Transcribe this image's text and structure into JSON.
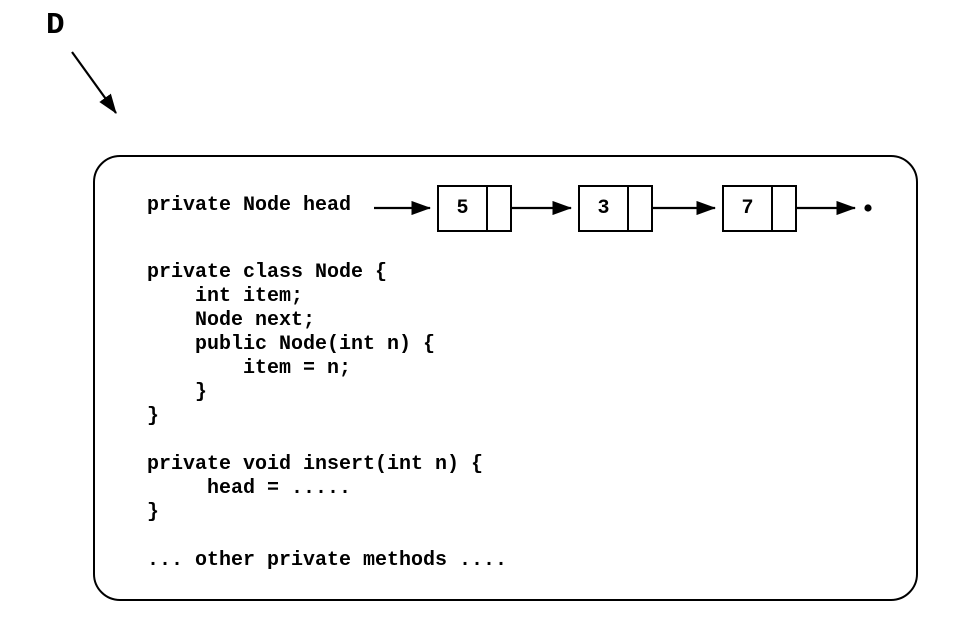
{
  "page": {
    "background_color": "#ffffff",
    "ink_color": "#000000"
  },
  "annotation": {
    "label": "D"
  },
  "panel": {
    "head_declaration": "private Node head",
    "list": {
      "nodes": [
        {
          "value": "5"
        },
        {
          "value": "3"
        },
        {
          "value": "7"
        }
      ],
      "terminator": "null-dot"
    },
    "code": {
      "lines": [
        "private class Node {",
        "    int item;",
        "    Node next;",
        "    public Node(int n) {",
        "        item = n;",
        "    }",
        "}",
        "",
        "private void insert(int n) {",
        "     head = .....",
        "}",
        "",
        "... other private methods ...."
      ]
    }
  }
}
